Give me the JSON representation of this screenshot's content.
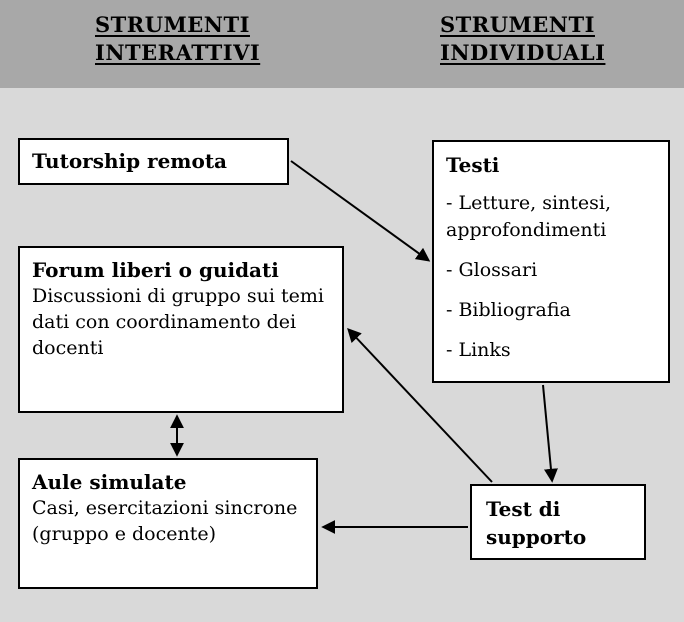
{
  "header": {
    "left_title": "STRUMENTI INTERATTIVI",
    "right_title": "STRUMENTI INDIVIDUALI"
  },
  "nodes": {
    "tutorship": {
      "title": "Tutorship remota"
    },
    "testi": {
      "title": "Testi",
      "items": [
        "- Letture, sintesi, approfondimenti",
        "-  Glossari",
        "-  Bibliografia",
        "-  Links"
      ]
    },
    "forum": {
      "title": "Forum liberi o guidati",
      "body": "Discussioni di gruppo sui temi dati con coordinamento dei docenti"
    },
    "aule": {
      "title": "Aule simulate",
      "body": "Casi, esercitazioni sincrone (gruppo e docente)"
    },
    "test_supporto": {
      "title": "Test di supporto"
    }
  },
  "edges": [
    {
      "from": "tutorship",
      "to": "testi",
      "direction": "one-way"
    },
    {
      "from": "testi",
      "to": "test_supporto",
      "direction": "one-way"
    },
    {
      "from": "test_supporto",
      "to": "aule",
      "direction": "one-way"
    },
    {
      "from": "test_supporto",
      "to": "forum",
      "direction": "one-way"
    },
    {
      "from": "forum",
      "to": "aule",
      "direction": "two-way"
    }
  ],
  "colors": {
    "header_bg": "#a8a8a8",
    "body_bg": "#d9d9d9",
    "node_bg": "#ffffff",
    "line": "#000000"
  }
}
